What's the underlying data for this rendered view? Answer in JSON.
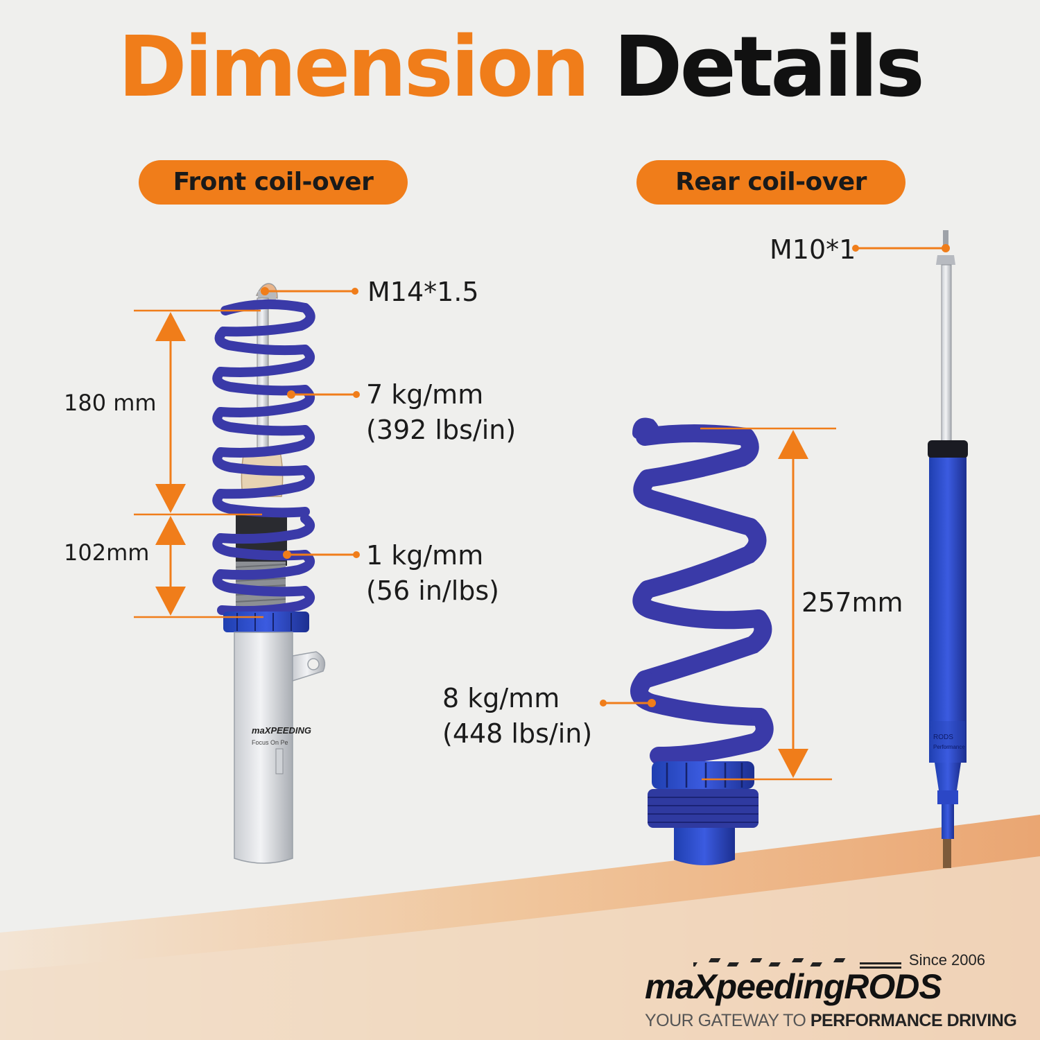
{
  "header": {
    "title_part1": "Dimension",
    "title_part2": "Details"
  },
  "front": {
    "label": "Front coil-over",
    "thread": "M14*1.5",
    "upper_length": "180 mm",
    "lower_length": "102mm",
    "upper_rate": "7 kg/mm",
    "upper_rate_imperial": "(392 lbs/in)",
    "lower_rate": "1 kg/mm",
    "lower_rate_imperial": "(56 in/lbs)",
    "strut_print_brand": "maXPEEDING",
    "strut_print_tagline": "Focus On Pe"
  },
  "rear": {
    "label": "Rear coil-over",
    "thread": "M10*1",
    "spring_length": "257mm",
    "rate": "8 kg/mm",
    "rate_imperial": "(448 lbs/in)"
  },
  "brand": {
    "since": "Since 2006",
    "name": "maXpeedingRODS",
    "tagline_prefix": "YOUR GATEWAY TO ",
    "tagline_bold": "PERFORMANCE DRIVING"
  },
  "colors": {
    "accent_orange": "#f07d1a",
    "spring_blue": "#3a3aa8",
    "title_black": "#111111",
    "background": "#efefed"
  }
}
